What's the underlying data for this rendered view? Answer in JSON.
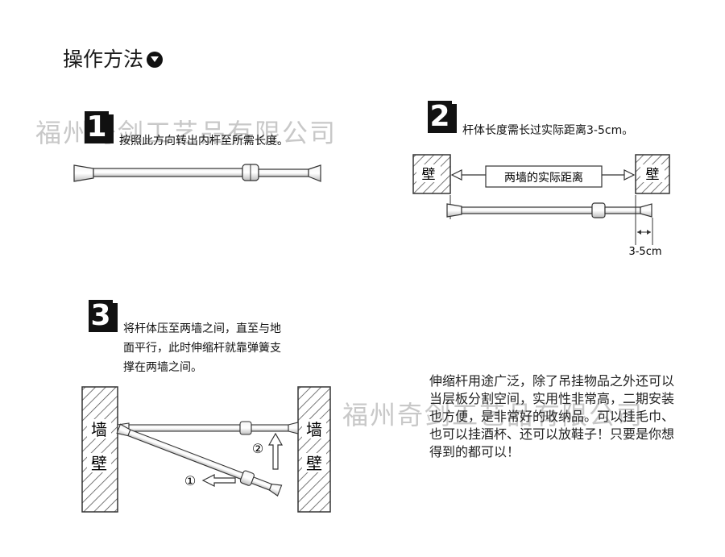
{
  "title": "操作方法",
  "watermark": "福州奇剑工艺品有限公司",
  "watermark_2": "福州奇剑工艺品有限公司",
  "step1": {
    "number": "1",
    "text": "按照此方向转出内杆至所需长度。"
  },
  "step2": {
    "number": "2",
    "text": "杆体长度需长过实际距离3-5cm。",
    "wall_left": "壁",
    "wall_right": "壁",
    "distance_label": "两墙的实际距离",
    "extra_label": "3-5cm"
  },
  "step3": {
    "number": "3",
    "text_lines": [
      "将杆体压至两墙之间，直至与地",
      "面平行，此时伸缩杆就靠弹簧支",
      "撑在两墙之间。"
    ],
    "wall_left": [
      "墙",
      "壁"
    ],
    "wall_right": [
      "墙",
      "壁"
    ],
    "marker_1": "①",
    "marker_2": "②"
  },
  "usage_text": "伸缩杆用途广泛，除了吊挂物品之外还可以当层板分割空间，实用性非常高，二期安装也方便，是非常好的收纳品。可以挂毛巾、也可以挂酒杯、还可以放鞋子！只要是你想得到的都可以！"
}
